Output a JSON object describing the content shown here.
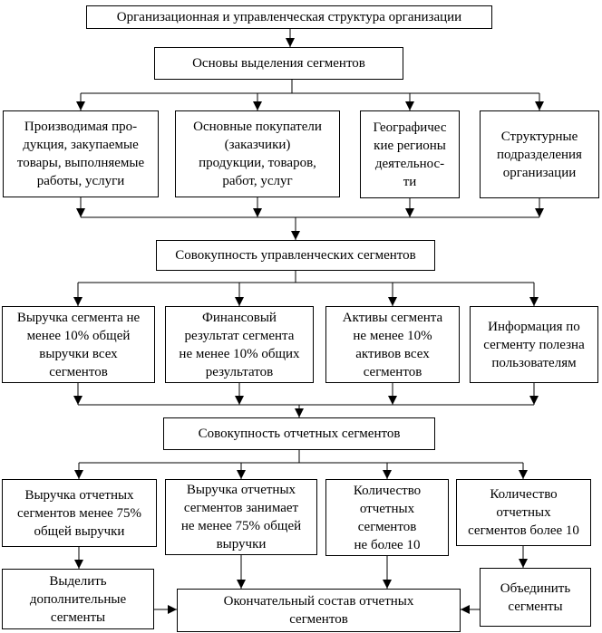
{
  "diagram": {
    "title": "Организационная и управленческая структура организации",
    "basis": "Основы выделения сегментов",
    "criteria": {
      "production": "Производимая про-\nдукция, закупаемые\nтовары, выполняемые\nработы, услуги",
      "customers": "Основные покупатели\n(заказчики)\nпродукции, товаров,\nработ, услуг",
      "geography": "Географичес\nкие регионы\nдеятельнос-\nти",
      "divisions": "Структурные\nподразделения\nорганизации"
    },
    "management_segments": "Совокупность управленческих сегментов",
    "thresholds": {
      "revenue10": "Выручка сегмента не\nменее 10% общей\nвыручки всех\nсегментов",
      "finresult10": "Финансовый\nрезультат сегмента\nне менее 10% общих\nрезультатов",
      "assets10": "Активы сегмента\nне менее 10%\nактивов всех\nсегментов",
      "useful_info": "Информация по\nсегменту полезна\nпользователям"
    },
    "reportable_segments": "Совокупность отчетных сегментов",
    "checks": {
      "revenue_less_75": "Выручка отчетных\nсегментов менее 75%\nобщей выручки",
      "revenue_at_least_75": "Выручка отчетных\nсегментов занимает\nне менее 75% общей\nвыручки",
      "count_max_10": "Количество\nотчетных\nсегментов\nне более 10",
      "count_over_10": "Количество\nотчетных\nсегментов более 10"
    },
    "actions": {
      "add_segments": "Выделить\nдополнительные\nсегменты",
      "final_composition": "Окончательный состав отчетных\nсегментов",
      "merge_segments": "Объединить\nсегменты"
    },
    "colors": {
      "line": "#000000",
      "box_background": "#ffffff",
      "text": "#000000"
    }
  }
}
